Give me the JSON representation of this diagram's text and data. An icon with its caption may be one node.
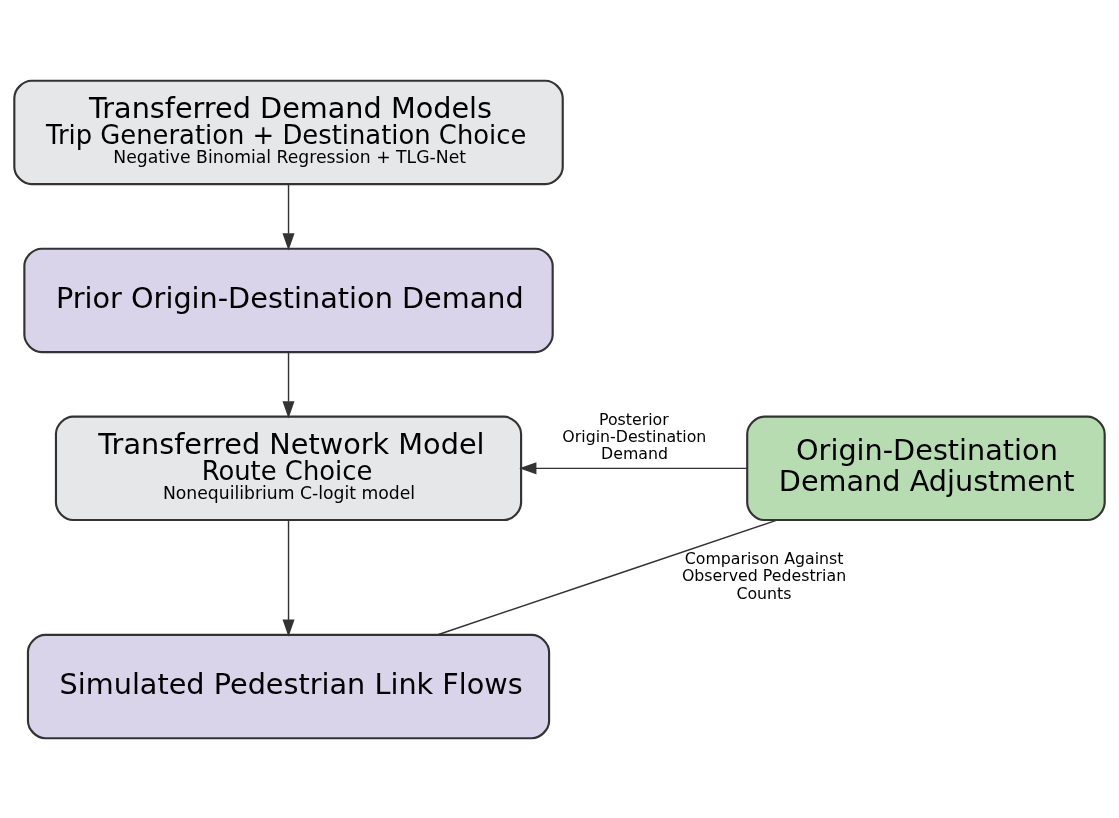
{
  "diagram": {
    "nodes": [
      {
        "text": [
          "Transferred Demand Models",
          "Trip Generation + Destination Choice",
          "Negative Binomial Regression + TLG-Net"
        ]
      },
      {
        "text": [
          "Prior Origin-Destination Demand"
        ]
      },
      {
        "text": [
          "Transferred Network Model",
          "Route Choice",
          "Nonequilibrium C-logit model"
        ]
      },
      {
        "text": [
          "Simulated Pedestrian Link Flows"
        ]
      },
      {
        "text": [
          "Origin-Destination Demand Adjustment"
        ]
      }
    ],
    "edges": [
      {
        "from": 0,
        "to": 1,
        "arrow": "to"
      },
      {
        "from": 1,
        "to": 2,
        "arrow": "to"
      },
      {
        "from": 2,
        "to": 3,
        "arrow": "to"
      },
      {
        "from": 3,
        "to": 4,
        "arrow": "none",
        "label": "Comparison Against Observed Pedestrian Counts"
      },
      {
        "from": 4,
        "to": 2,
        "arrow": "to",
        "label": "Posterior Origin-Destination Demand"
      }
    ]
  }
}
